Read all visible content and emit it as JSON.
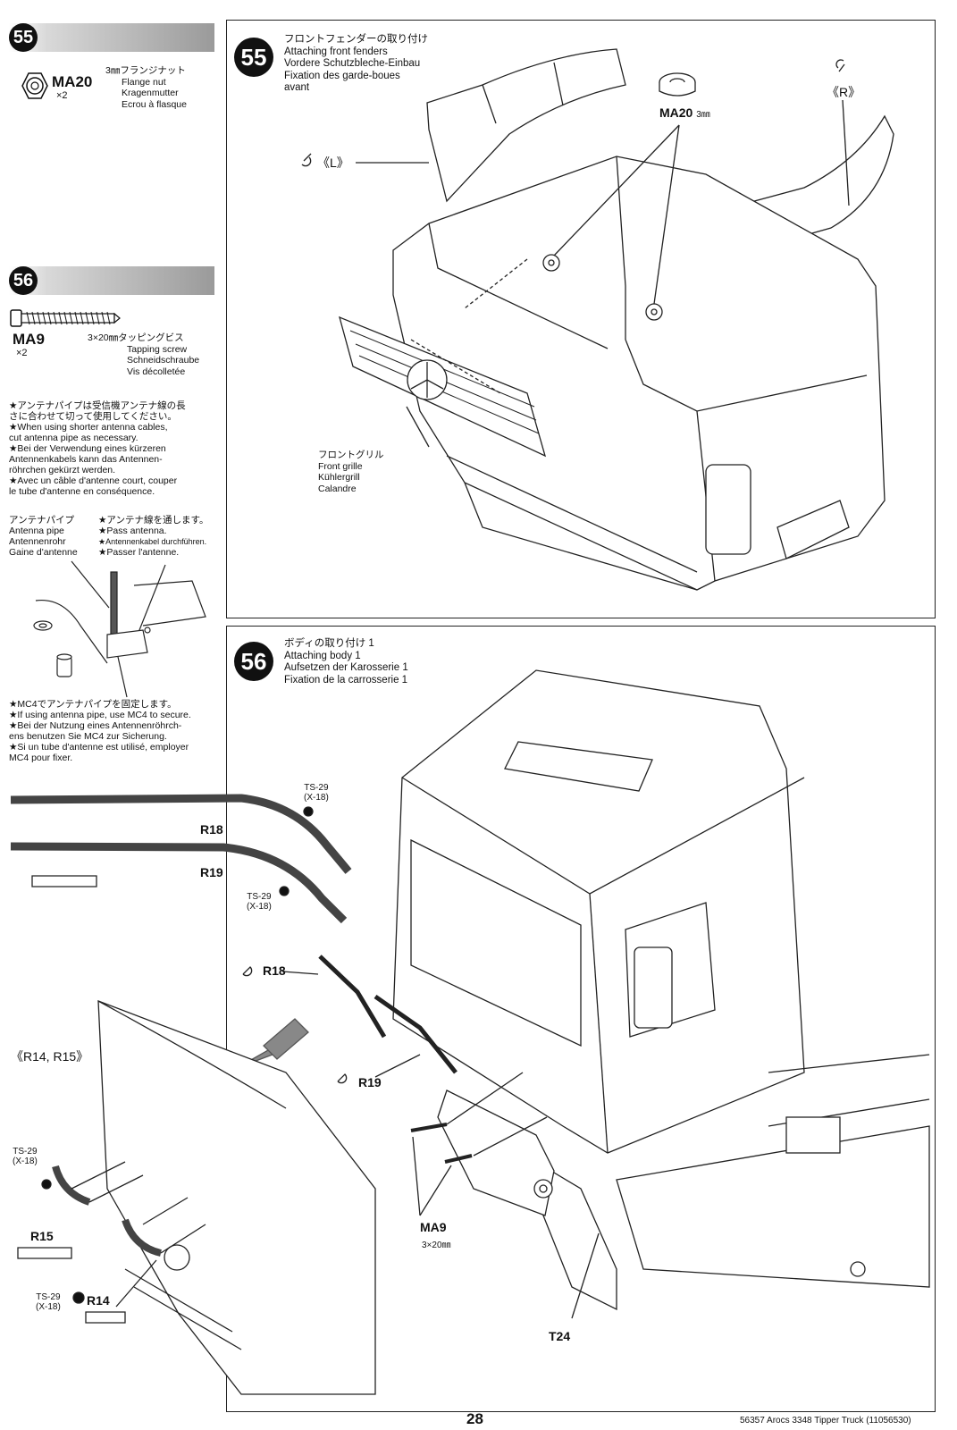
{
  "left": {
    "step55": {
      "number": "55",
      "part_code": "MA20",
      "qty": "×2",
      "desc": [
        "3㎜フランジナット",
        "Flange nut",
        "Kragenmutter",
        "Ecrou à flasque"
      ]
    },
    "step56": {
      "number": "56",
      "part_code": "MA9",
      "qty": "×2",
      "desc": [
        "3×20㎜タッピングビス",
        "Tapping screw",
        "Schneidschraube",
        "Vis décolletée"
      ],
      "note1": [
        "★アンテナパイプは受信機アンテナ線の長",
        "さに合わせて切って使用してください。",
        "★When using shorter antenna cables,",
        "cut antenna pipe as necessary.",
        "★Bei der Verwendung eines kürzeren",
        "Antennenkabels kann das Antennen-",
        "röhrchen gekürzt werden.",
        "★Avec un câble d'antenne court, couper",
        "le tube d'antenne en conséquence."
      ],
      "pipe_label": [
        "アンテナパイプ",
        "Antenna pipe",
        "Antennenrohr",
        "Gaine d'antenne"
      ],
      "pass_label": [
        "★アンテナ線を通します。",
        "★Pass antenna.",
        "★Antennenkabel durchführen.",
        "★Passer l'antenne."
      ],
      "note2": [
        "★MC4でアンテナパイプを固定します。",
        "★If using antenna pipe, use MC4 to secure.",
        "★Bei der Nutzung eines Antennenröhrch-",
        "ens benutzen Sie MC4 zur Sicherung.",
        "★Si un tube d'antenne est utilisé, employer",
        "MC4 pour fixer."
      ]
    }
  },
  "panel55": {
    "number": "55",
    "title": [
      "フロントフェンダーの取り付け",
      "Attaching front fenders",
      "Vordere Schutzbleche-Einbau",
      "Fixation des garde-boues",
      "avant"
    ],
    "label_L": "《L》",
    "label_R": "《R》",
    "ma20": "MA20",
    "ma20_size": "3㎜",
    "grille": [
      "フロントグリル",
      "Front grille",
      "Kühlergrill",
      "Calandre"
    ]
  },
  "panel56": {
    "number": "56",
    "title": [
      "ボディの取り付け 1",
      "Attaching body 1",
      "Aufsetzen der Karosserie 1",
      "Fixation de la carrosserie 1"
    ],
    "ts29": "TS-29",
    "x18": "(X-18)",
    "r18": "R18",
    "r19": "R19",
    "r14r15": "《R14, R15》",
    "r15": "R15",
    "r14": "R14",
    "ma9": "MA9",
    "ma9_size": "3×20㎜",
    "t24": "T24"
  },
  "footer": {
    "page": "28",
    "product": "56357 Arocs 3348 Tipper Truck (11056530)"
  }
}
